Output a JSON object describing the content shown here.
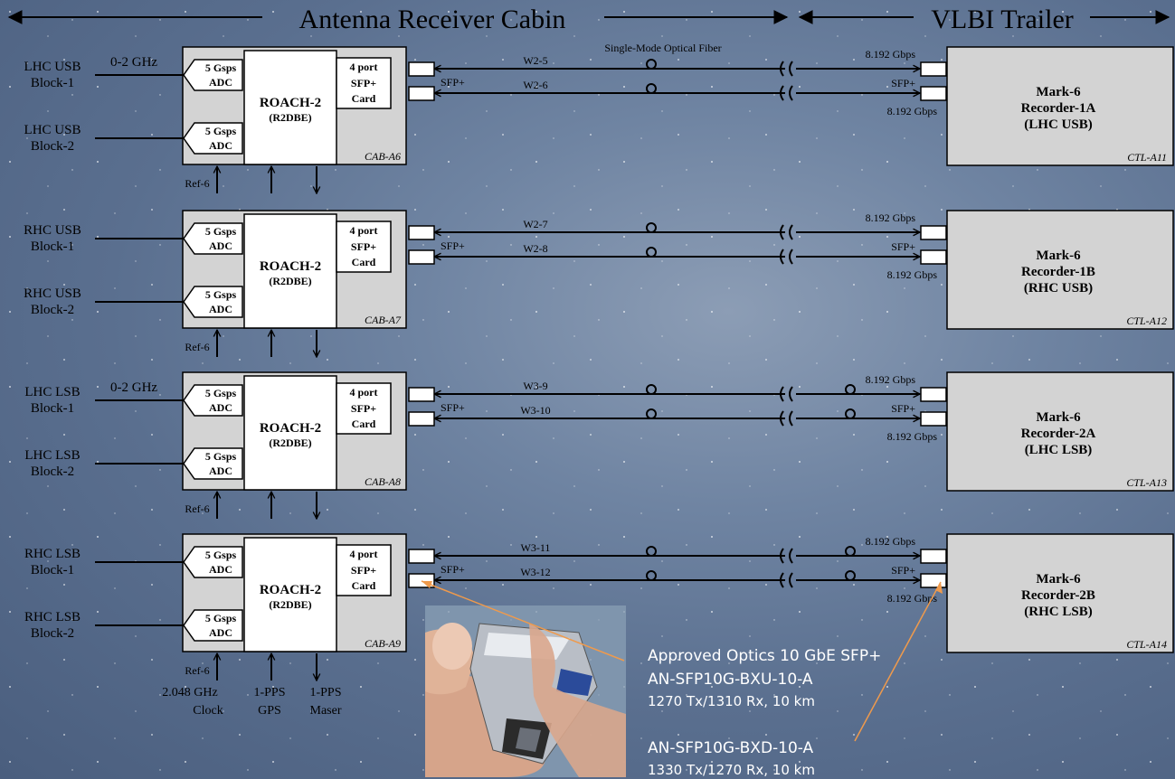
{
  "header": {
    "cabin_title": "Antenna Receiver Cabin",
    "trailer_title": "VLBI Trailer"
  },
  "fiber_label": "Single-Mode Optical Fiber",
  "freq_label": "0-2 GHz",
  "adc_label_line1": "5 Gsps",
  "adc_label_line2": "ADC",
  "roach_label_line1": "ROACH-2",
  "roach_label_line2": "(R2DBE)",
  "sfp_card_line1": "4 port",
  "sfp_card_line2": "SFP+",
  "sfp_card_line3": "Card",
  "sfp_label": "SFP+",
  "rate_label": "8.192 Gbps",
  "ref_label": "Ref-6",
  "recorder_title": "Mark-6",
  "rows": [
    {
      "input1": [
        "LHC USB",
        "Block-1"
      ],
      "input2": [
        "LHC USB",
        "Block-2"
      ],
      "show_freq": true,
      "cab": "CAB-A6",
      "fibers": [
        "W2-5",
        "W2-6"
      ],
      "recorder": [
        "Recorder-1A",
        "(LHC USB)"
      ],
      "ctl": "CTL-A11",
      "double_loop": false
    },
    {
      "input1": [
        "RHC USB",
        "Block-1"
      ],
      "input2": [
        "RHC USB",
        "Block-2"
      ],
      "show_freq": false,
      "cab": "CAB-A7",
      "fibers": [
        "W2-7",
        "W2-8"
      ],
      "recorder": [
        "Recorder-1B",
        "(RHC USB)"
      ],
      "ctl": "CTL-A12",
      "double_loop": false
    },
    {
      "input1": [
        "LHC LSB",
        "Block-1"
      ],
      "input2": [
        "LHC LSB",
        "Block-2"
      ],
      "show_freq": true,
      "cab": "CAB-A8",
      "fibers": [
        "W3-9",
        "W3-10"
      ],
      "recorder": [
        "Recorder-2A",
        "(LHC LSB)"
      ],
      "ctl": "CTL-A13",
      "double_loop": true
    },
    {
      "input1": [
        "RHC LSB",
        "Block-1"
      ],
      "input2": [
        "RHC LSB",
        "Block-2"
      ],
      "show_freq": false,
      "cab": "CAB-A9",
      "fibers": [
        "W3-11",
        "W3-12"
      ],
      "recorder": [
        "Recorder-2B",
        "(RHC LSB)"
      ],
      "ctl": "CTL-A14",
      "double_loop": true
    }
  ],
  "bottom_labels": {
    "clock": [
      "2.048 GHz",
      "Clock"
    ],
    "gps": [
      "1-PPS",
      "GPS"
    ],
    "maser": [
      "1-PPS",
      "Maser"
    ]
  },
  "optics": {
    "title": "Approved Optics 10 GbE SFP+",
    "part1": "AN-SFP10G-BXU-10-A",
    "spec1": "1270 Tx/1310 Rx, 10 km",
    "part2": "AN-SFP10G-BXD-10-A",
    "spec2": "1330 Tx/1270 Rx, 10 km"
  },
  "photo": {
    "subject": "SFP+ optical transceiver module held in fingers"
  }
}
